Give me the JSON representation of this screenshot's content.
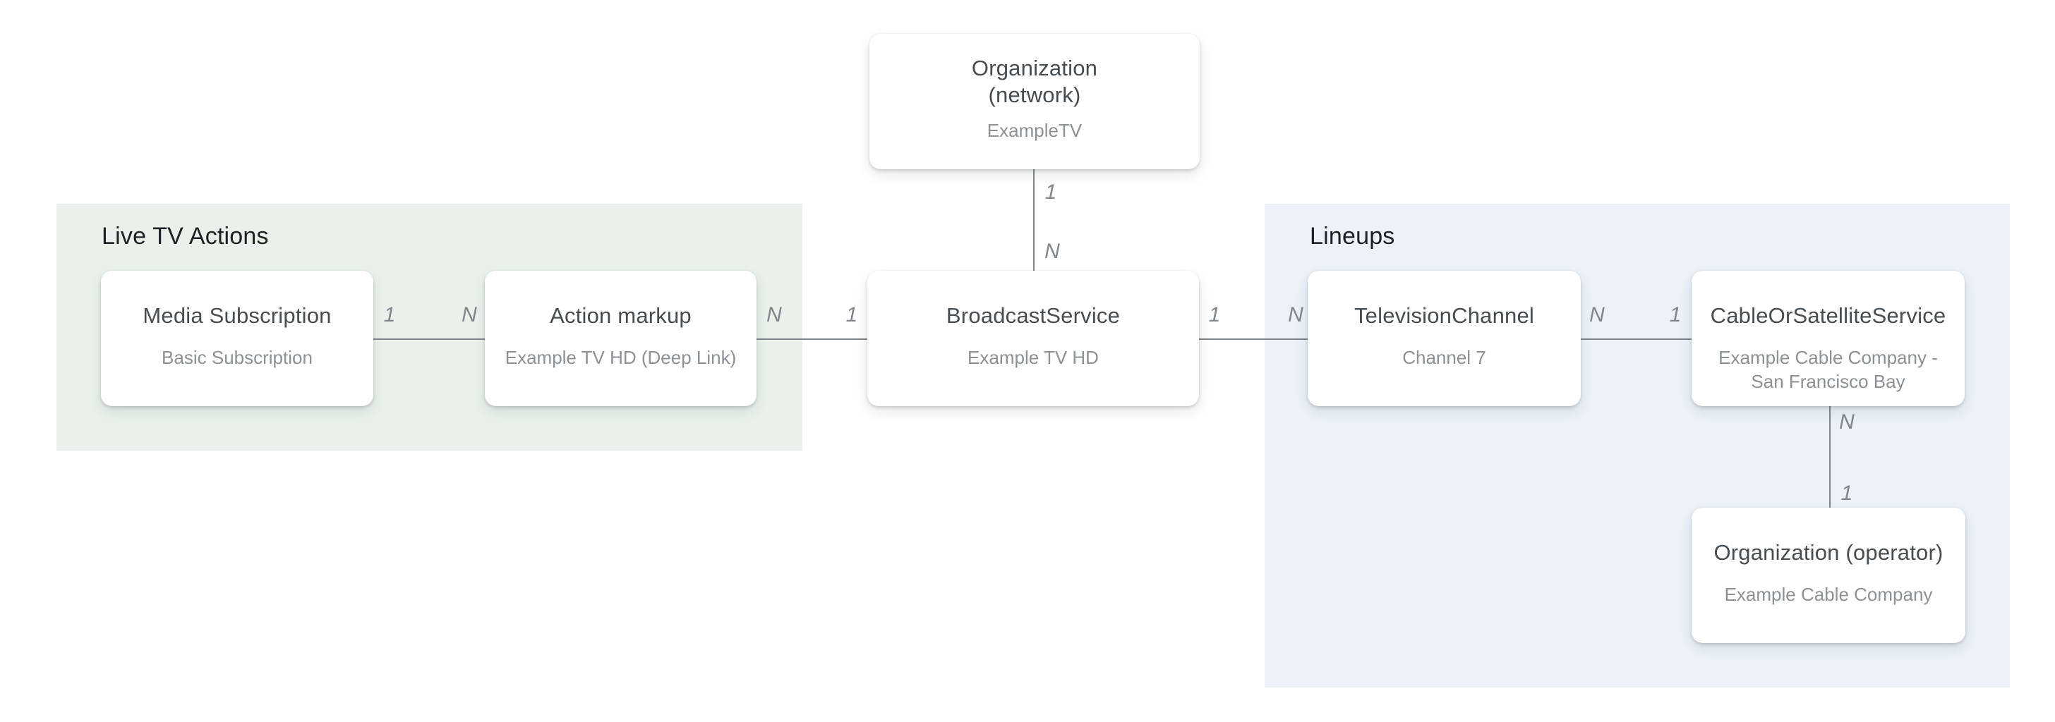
{
  "diagram": {
    "groups": [
      {
        "label": "Live TV Actions",
        "background": "#EAF1EB"
      },
      {
        "label": "Lineups",
        "background": "#ECF1FA"
      }
    ],
    "nodes": [
      {
        "title": "Organization (network)",
        "title_lines": [
          "Organization",
          "(network)"
        ],
        "subtitle": "ExampleTV"
      },
      {
        "title": "Media Subscription",
        "subtitle": "Basic Subscription"
      },
      {
        "title": "Action markup",
        "subtitle": "Example TV HD (Deep Link)"
      },
      {
        "title": "BroadcastService",
        "subtitle": "Example TV HD"
      },
      {
        "title": "TelevisionChannel",
        "subtitle": "Channel 7"
      },
      {
        "title": "CableOrSatelliteService",
        "subtitle": "Example Cable Company - San Francisco Bay"
      },
      {
        "title": "Organization (operator)",
        "subtitle": "Example Cable Company"
      }
    ],
    "connectors": [
      {
        "from": "organization-network",
        "to": "broadcast-service",
        "orientation": "vertical",
        "labels": [
          "1",
          "N"
        ]
      },
      {
        "from": "media-subscription",
        "to": "action-markup",
        "orientation": "horizontal",
        "labels": [
          "1",
          "N"
        ]
      },
      {
        "from": "action-markup",
        "to": "broadcast-service",
        "orientation": "horizontal",
        "labels": [
          "N",
          "1"
        ]
      },
      {
        "from": "broadcast-service",
        "to": "television-channel",
        "orientation": "horizontal",
        "labels": [
          "1",
          "N"
        ]
      },
      {
        "from": "television-channel",
        "to": "cable-or-satellite-service",
        "orientation": "horizontal",
        "labels": [
          "N",
          "1"
        ]
      },
      {
        "from": "cable-or-satellite-service",
        "to": "organization-operator",
        "orientation": "vertical",
        "labels": [
          "N",
          "1"
        ]
      }
    ],
    "colors": {
      "background": "#FFFFFF",
      "live_tv_panel": "#EAF1EB",
      "lineups_panel": "#ECF1FA",
      "node_background": "#FFFFFF",
      "node_title": "#474C51",
      "node_subtitle": "#8C9196",
      "group_heading": "#202124",
      "connector_line": "#80868B",
      "cardinality_label": "#80868B"
    }
  }
}
